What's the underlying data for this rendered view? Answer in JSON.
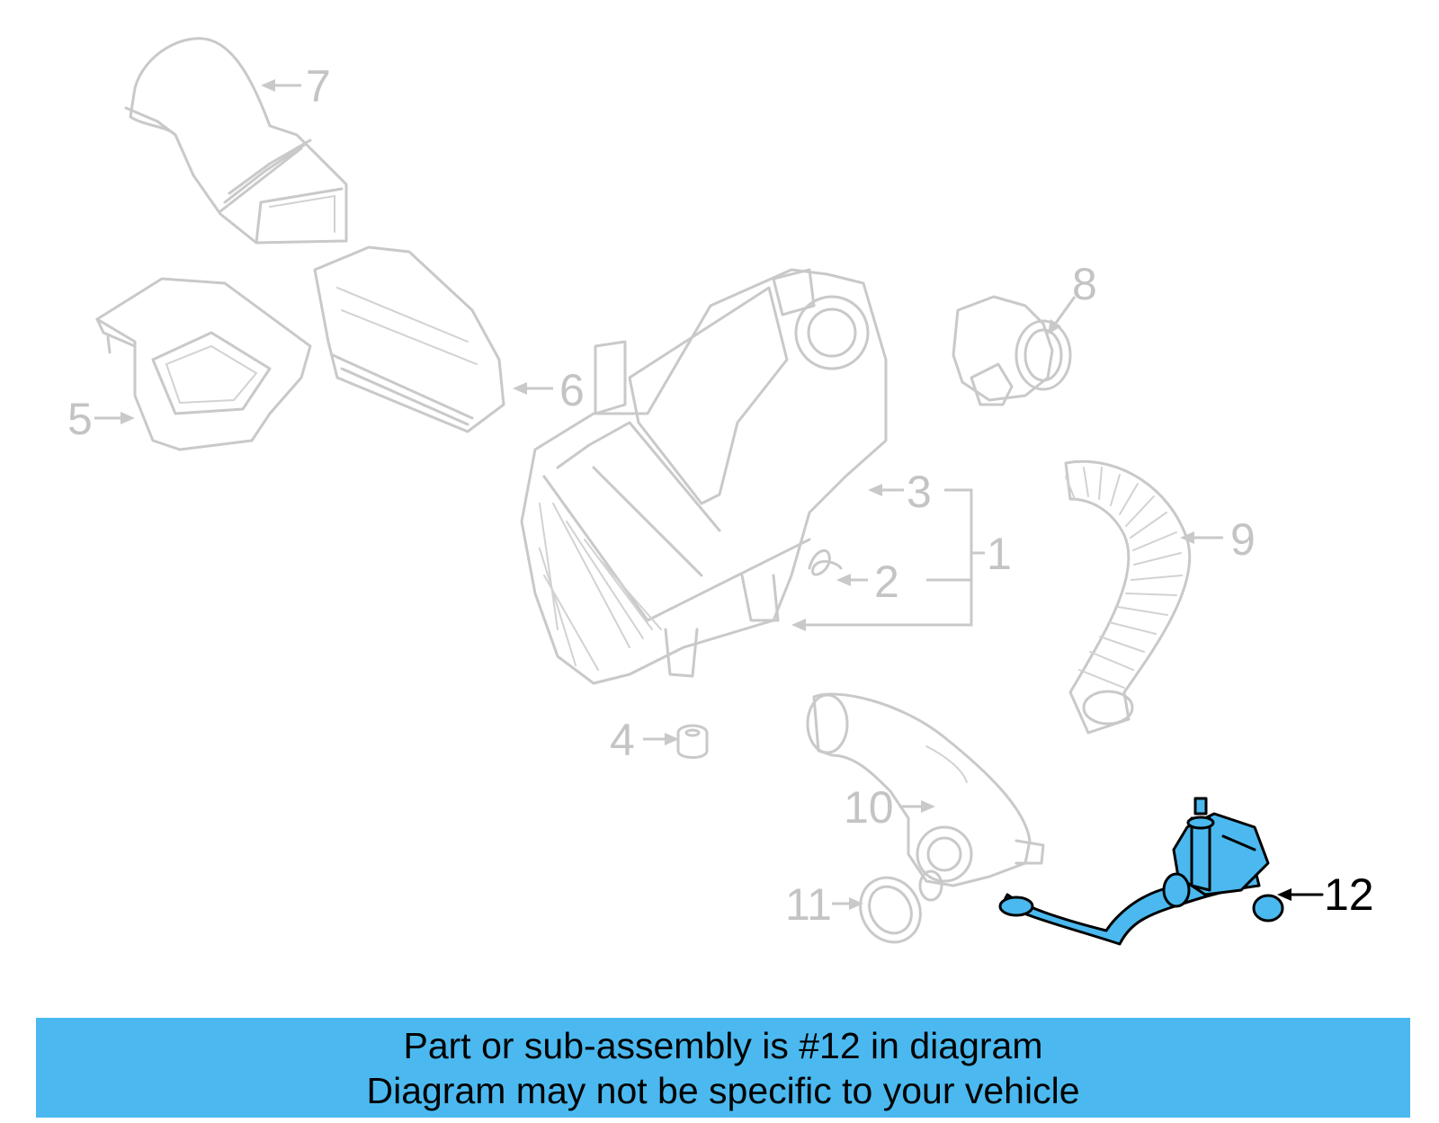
{
  "diagram": {
    "callouts": {
      "c1": "1",
      "c2": "2",
      "c3": "3",
      "c4": "4",
      "c5": "5",
      "c6": "6",
      "c7": "7",
      "c8": "8",
      "c9": "9",
      "c10": "10",
      "c11": "11",
      "c12": "12"
    },
    "highlighted_part": "12",
    "colors": {
      "highlight": "#4bb9ef",
      "part_outline": "#c9c9c9",
      "callout_text": "#c4c4c4",
      "banner": "#4bb9ef"
    }
  },
  "banner": {
    "line1": "Part or sub-assembly is #12 in diagram",
    "line2": "Diagram may not be specific to your vehicle"
  }
}
